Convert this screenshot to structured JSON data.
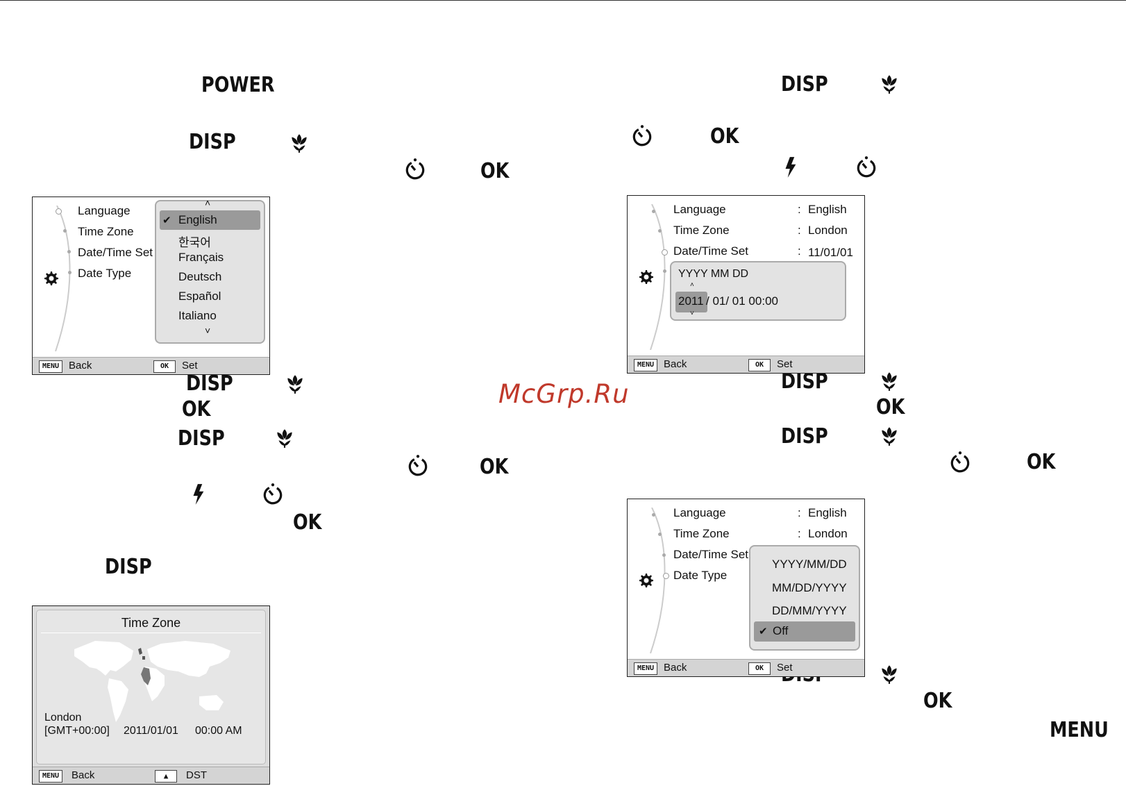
{
  "watermark": "McGrp.Ru",
  "keys": {
    "power": "POWER",
    "disp": "DISP",
    "ok": "OK",
    "menu": "MENU"
  },
  "icons": {
    "macro": "macro-flower-icon",
    "timer": "self-timer-icon",
    "flash": "flash-icon",
    "gear": "settings-gear-icon"
  },
  "screen_language": {
    "menu_items": [
      "Language",
      "Time Zone",
      "Date/Time Set",
      "Date Type"
    ],
    "options": [
      "English",
      "한국어",
      "Français",
      "Deutsch",
      "Español",
      "Italiano"
    ],
    "selected": "English",
    "scroll_up": "˄",
    "scroll_down": "˅",
    "back_tag": "MENU",
    "back_label": "Back",
    "set_tag": "OK",
    "set_label": "Set"
  },
  "screen_timezone": {
    "title": "Time Zone",
    "city": "London",
    "gmt": "[GMT+00:00]",
    "date": "2011/01/01",
    "time": "00:00 AM",
    "back_tag": "MENU",
    "back_label": "Back",
    "dst_label": "DST"
  },
  "screen_datetime": {
    "menu_items": [
      "Language",
      "Time Zone",
      "Date/Time Set"
    ],
    "values": [
      "English",
      "London",
      "11/01/01"
    ],
    "sep": ":",
    "format": "YYYY  MM  DD",
    "year": "2011",
    "rest": "/ 01/ 01   00:00",
    "back_tag": "MENU",
    "back_label": "Back",
    "set_tag": "OK",
    "set_label": "Set"
  },
  "screen_datetype": {
    "menu_items": [
      "Language",
      "Time Zone",
      "Date/Time Set",
      "Date Type"
    ],
    "values": [
      "English",
      "London"
    ],
    "sep": ":",
    "options": [
      "YYYY/MM/DD",
      "MM/DD/YYYY",
      "DD/MM/YYYY",
      "Off"
    ],
    "selected": "Off",
    "back_tag": "MENU",
    "back_label": "Back",
    "set_tag": "OK",
    "set_label": "Set"
  }
}
